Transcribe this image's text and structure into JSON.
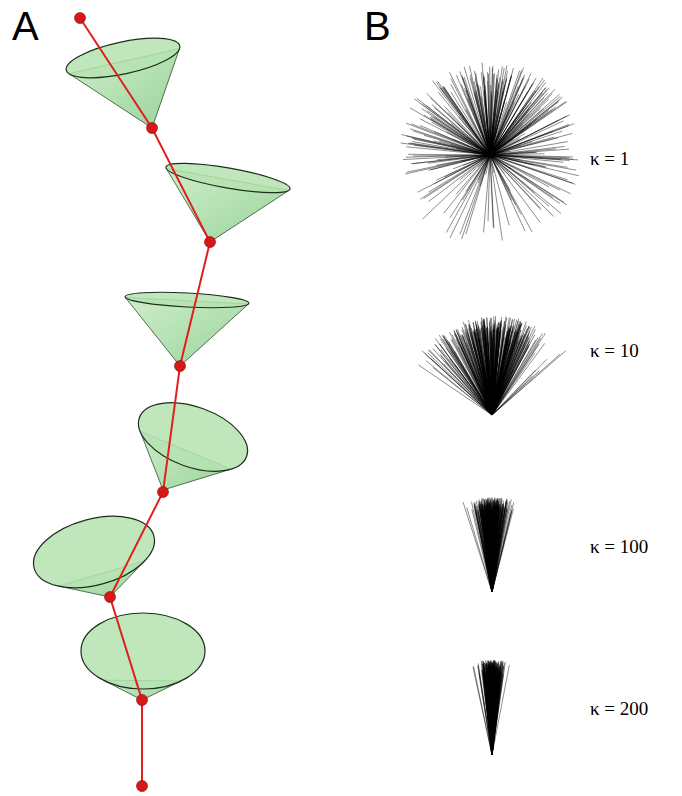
{
  "diagram": {
    "labels": [
      "A",
      "B",
      "κ = 1",
      "κ = 10",
      "κ = 100",
      "κ = 200"
    ]
  }
}
